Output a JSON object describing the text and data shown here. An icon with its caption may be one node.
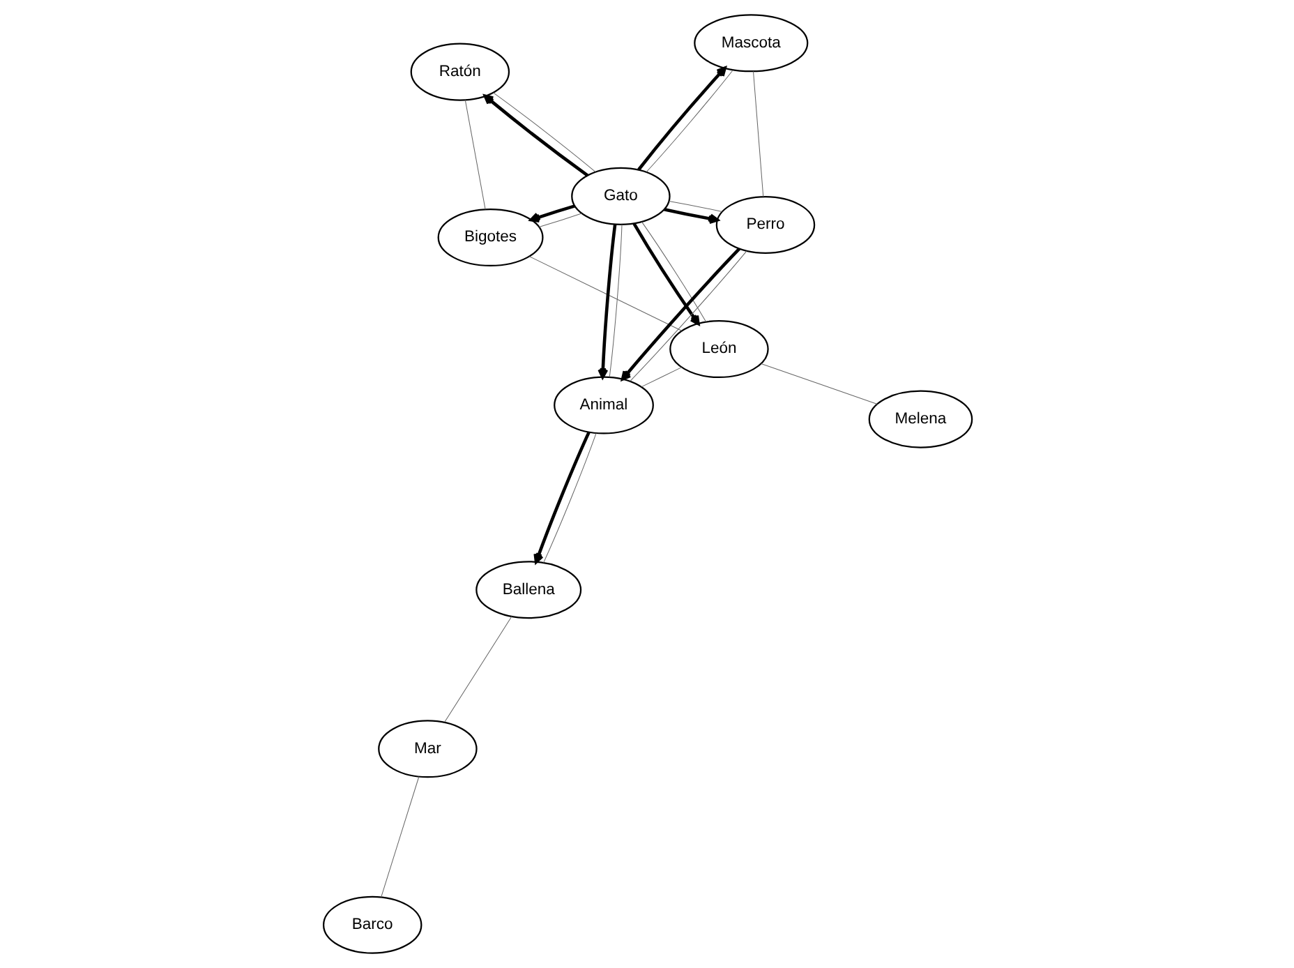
{
  "diagram": {
    "nodes": [
      {
        "text": [
          "Ratón"
        ]
      },
      {
        "text": [
          "Mascota"
        ]
      },
      {
        "text": [
          "Bigotes"
        ]
      },
      {
        "text": [
          "Gato"
        ]
      },
      {
        "text": [
          "Perro"
        ]
      },
      {
        "text": [
          "León"
        ]
      },
      {
        "text": [
          "Mar"
        ]
      },
      {
        "text": [
          "Animal"
        ]
      },
      {
        "text": [
          "Barco"
        ]
      },
      {
        "text": [
          "Melena"
        ]
      },
      {
        "text": [
          "Ballena"
        ]
      }
    ],
    "edges": [
      {
        "from": 0,
        "to": 2,
        "arrow": "none"
      },
      {
        "from": 0,
        "to": 3,
        "arrow": "none"
      },
      {
        "from": 1,
        "to": 3,
        "arrow": "none"
      },
      {
        "from": 1,
        "to": 4,
        "arrow": "none"
      },
      {
        "from": 3,
        "to": 2,
        "arrow": "none"
      },
      {
        "from": 3,
        "to": 4,
        "arrow": "none"
      },
      {
        "from": 3,
        "to": 5,
        "arrow": "none"
      },
      {
        "from": 2,
        "to": 5,
        "arrow": "none"
      },
      {
        "from": 3,
        "to": 7,
        "arrow": "none"
      },
      {
        "from": 4,
        "to": 7,
        "arrow": "none"
      },
      {
        "from": 7,
        "to": 5,
        "arrow": "none"
      },
      {
        "from": 5,
        "to": 9,
        "arrow": "none"
      },
      {
        "from": 6,
        "to": 8,
        "arrow": "none"
      },
      {
        "from": 6,
        "to": 10,
        "arrow": "none"
      },
      {
        "from": 7,
        "to": 10,
        "arrow": "none"
      },
      {
        "from": 3,
        "to": 1,
        "arrow": "to",
        "style": "thick",
        "color": "#000000"
      },
      {
        "from": 3,
        "to": 0,
        "arrow": "to",
        "style": "thick",
        "color": "#000000"
      },
      {
        "from": 3,
        "to": 2,
        "arrow": "to",
        "style": "thick",
        "color": "#000000"
      },
      {
        "from": 3,
        "to": 4,
        "arrow": "to",
        "style": "thick",
        "color": "#000000"
      },
      {
        "from": 3,
        "to": 5,
        "arrow": "to",
        "style": "thick",
        "color": "#000000"
      },
      {
        "from": 3,
        "to": 7,
        "arrow": "to",
        "style": "thick",
        "color": "#000000"
      },
      {
        "from": 4,
        "to": 7,
        "arrow": "to",
        "style": "thick",
        "color": "#000000"
      },
      {
        "from": 7,
        "to": 10,
        "arrow": "to",
        "style": "thick",
        "color": "#000000"
      }
    ]
  }
}
